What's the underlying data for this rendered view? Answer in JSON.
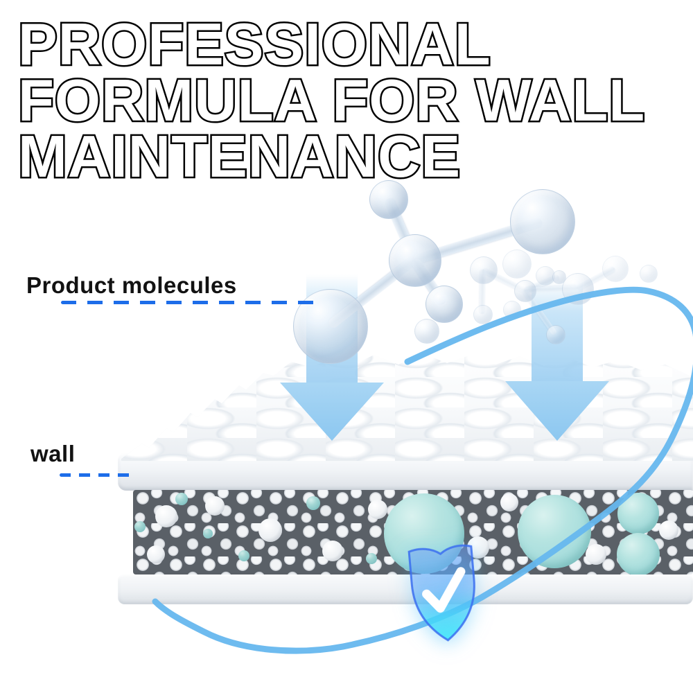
{
  "title": {
    "lines": [
      "PROFESSIONAL",
      "FORMULA FOR WALL",
      "MAINTENANCE"
    ]
  },
  "callouts": {
    "product_molecules": "Product molecules",
    "wall": "wall"
  },
  "icons": {
    "down_arrow": "arrow-down",
    "shield_check": "shield-with-checkmark"
  },
  "colors": {
    "background": "#ffffff",
    "title_fill": "#ffffff",
    "title_outline": "#000000",
    "label_text": "#121212",
    "leader_dash_blue": "#1d6de9",
    "arrow_light_blue": "#a6d4f2",
    "arc_blue": "#66b7ee",
    "core_background_gray": "#5a6067",
    "core_sphere_white": "#f3f5f7",
    "core_sphere_teal": "#a9dedd",
    "shield_blue": "#3b82f4",
    "shield_cyan": "#3fe6f8",
    "checkmark_white": "#ffffff"
  }
}
